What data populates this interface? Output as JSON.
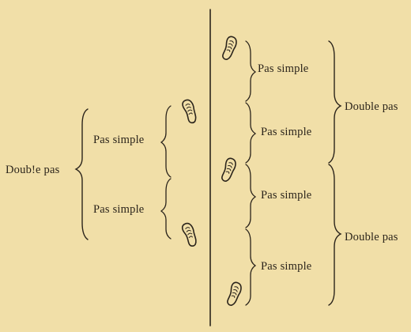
{
  "labels": {
    "double_pas_left": "Doub!e pas",
    "pas_simple_left_top": "Pas simple",
    "pas_simple_left_bottom": "Pas simple",
    "pas_simple_right_1": "Pas simple",
    "pas_simple_right_2": "Pas simple",
    "pas_simple_right_3": "Pas simple",
    "pas_simple_right_4": "Pas simple",
    "double_pas_right_top": "Double pas",
    "double_pas_right_bottom": "Double pas"
  },
  "colors": {
    "paper": "#f1dfa8",
    "ink": "#2b241b"
  }
}
